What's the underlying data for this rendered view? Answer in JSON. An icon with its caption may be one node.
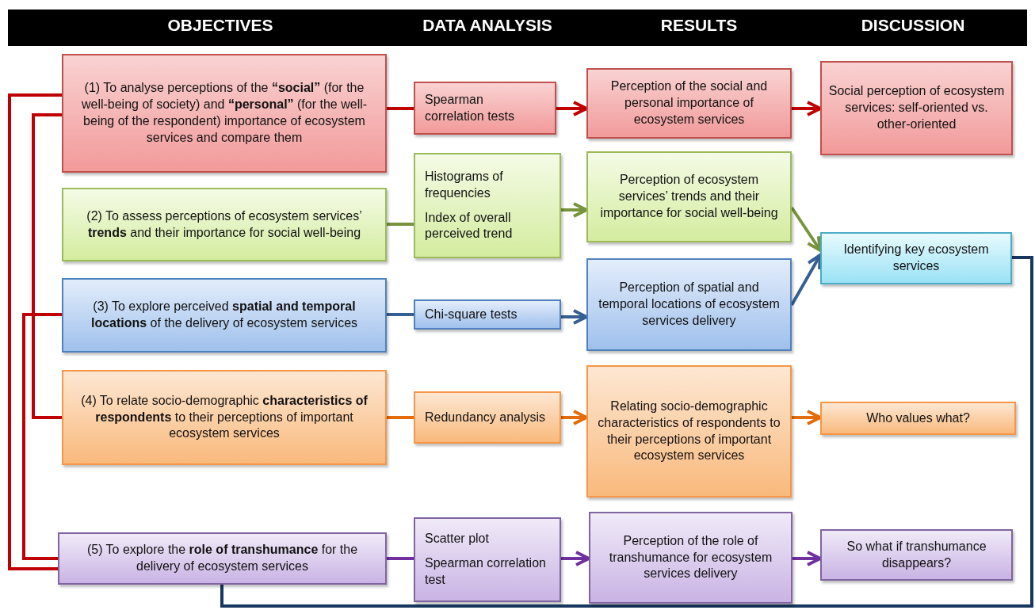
{
  "diagram": {
    "labels": [
      "OBJECTIVES",
      "DATA ANALYSIS",
      "RESULTS",
      "DISCUSSION"
    ],
    "nodes": [
      {
        "text": [
          "(1) To analyse perceptions of the **“social”** (for the well-being of society) and **“personal”** (for the well-being of the respondent) importance of ecosystem services and compare them"
        ]
      },
      {
        "text": [
          "(2) To assess perceptions of ecosystem services’ **trends** and their importance for social well-being"
        ]
      },
      {
        "text": [
          "(3) To explore perceived **spatial and temporal locations** of the delivery of ecosystem services"
        ]
      },
      {
        "text": [
          "(4) To relate socio-demographic **characteristics of respondents** to their perceptions of important ecosystem services"
        ]
      },
      {
        "text": [
          "(5) To explore the **role of transhumance** for the delivery of ecosystem services"
        ]
      },
      {
        "text": [
          "Spearman correlation tests"
        ]
      },
      {
        "text": [
          "Histograms of frequencies",
          "Index of overall perceived trend"
        ]
      },
      {
        "text": [
          "Chi-square tests"
        ]
      },
      {
        "text": [
          "Redundancy analysis"
        ]
      },
      {
        "text": [
          "Scatter plot",
          "Spearman correlation test"
        ]
      },
      {
        "text": [
          "Perception of the social and personal importance of ecosystem services"
        ]
      },
      {
        "text": [
          "Perception of ecosystem services’ trends and their importance for social well-being"
        ]
      },
      {
        "text": [
          "Perception of spatial and temporal locations of ecosystem services delivery"
        ]
      },
      {
        "text": [
          "Relating socio-demographic characteristics of respondents to their perceptions of important ecosystem services"
        ]
      },
      {
        "text": [
          "Perception of the role of transhumance for ecosystem services delivery"
        ]
      },
      {
        "text": [
          "Social perception of ecosystem services: self-oriented vs. other-oriented"
        ]
      },
      {
        "text": [
          "Identifying key ecosystem services"
        ]
      },
      {
        "text": [
          "Who values what?"
        ]
      },
      {
        "text": [
          "So what if transhumance disappears?"
        ]
      }
    ],
    "edges": [
      {
        "from": 0,
        "to": 5,
        "arrow": "none",
        "color": "#c00000"
      },
      {
        "from": 5,
        "to": 10,
        "arrow": "to",
        "color": "#c00000"
      },
      {
        "from": 10,
        "to": 15,
        "arrow": "to",
        "color": "#c00000"
      },
      {
        "from": 1,
        "to": 6,
        "arrow": "none",
        "color": "#77933c"
      },
      {
        "from": 6,
        "to": 11,
        "arrow": "to",
        "color": "#77933c"
      },
      {
        "from": 11,
        "to": 16,
        "arrow": "to",
        "color": "#77933c"
      },
      {
        "from": 2,
        "to": 7,
        "arrow": "none",
        "color": "#376092"
      },
      {
        "from": 7,
        "to": 12,
        "arrow": "to",
        "color": "#376092"
      },
      {
        "from": 12,
        "to": 16,
        "arrow": "to",
        "color": "#376092"
      },
      {
        "from": 3,
        "to": 8,
        "arrow": "none",
        "color": "#e46c0a"
      },
      {
        "from": 8,
        "to": 13,
        "arrow": "to",
        "color": "#e46c0a"
      },
      {
        "from": 13,
        "to": 17,
        "arrow": "to",
        "color": "#e46c0a"
      },
      {
        "from": 4,
        "to": 9,
        "arrow": "none",
        "color": "#7030a0"
      },
      {
        "from": 9,
        "to": 14,
        "arrow": "to",
        "color": "#7030a0"
      },
      {
        "from": 14,
        "to": 18,
        "arrow": "to",
        "color": "#7030a0"
      },
      {
        "from": 0,
        "to": 4,
        "arrow": "none",
        "color": "#c00000"
      },
      {
        "from": 0,
        "to": 3,
        "arrow": "none",
        "color": "#c00000"
      },
      {
        "from": 2,
        "to": 4,
        "arrow": "none",
        "color": "#c00000"
      },
      {
        "from": 16,
        "to": 4,
        "arrow": "none",
        "color": "#17375e"
      }
    ]
  }
}
